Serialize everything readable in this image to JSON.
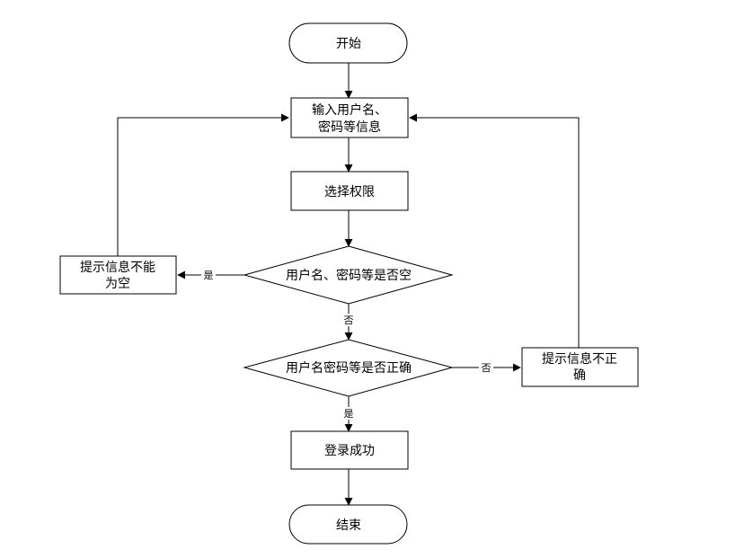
{
  "flowchart": {
    "start": "开始",
    "input_line1": "输入用户名、",
    "input_line2": "密码等信息",
    "select_permission": "选择权限",
    "check_empty": "用户名、密码等是否空",
    "empty_warning_line1": "提示信息不能",
    "empty_warning_line2": "为空",
    "check_correct": "用户名密码等是否正确",
    "incorrect_warning_line1": "提示信息不正",
    "incorrect_warning_line2": "确",
    "login_success": "登录成功",
    "end": "结束"
  },
  "edge_labels": {
    "empty_yes": "是",
    "empty_no": "否",
    "correct_no": "否",
    "correct_yes": "是"
  },
  "colors": {
    "stroke": "#000000",
    "fill": "#ffffff",
    "text": "#000000"
  }
}
